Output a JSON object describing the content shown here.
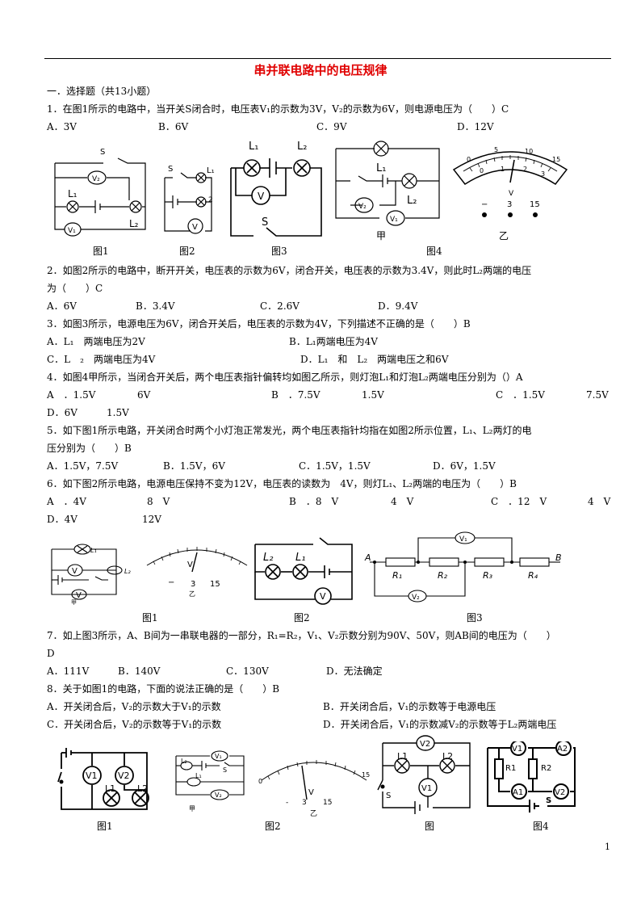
{
  "title": "串并联电路中的电压规律",
  "section": "一．选择题（共13小题）",
  "q1": {
    "stem": "1．在图1所示的电路中，当开关S闭合时，电压表V₁的示数为3V，V₂的示数为6V，则电源电压为（　　）C",
    "a": "A．3V",
    "b": "B．6V",
    "c": "C．9V",
    "d": "D．12V"
  },
  "row1_captions": {
    "f1": "图1",
    "f2": "图2",
    "f3": "图3",
    "jia": "甲",
    "f4": "图4",
    "yi": "乙"
  },
  "q2": {
    "stem1": "2．如图2所示的电路中，断开开关，电压表的示数为6V，闭合开关，电压表的示数为3.4V，则此时L₂两端的电压",
    "stem2": "为（　　）C",
    "a": "A．6V",
    "b": "B．3.4V",
    "c": "C．2.6V",
    "d": "D．9.4V"
  },
  "q3": {
    "stem": "3．如图3所示，电源电压为6V，闭合开关后，电压表的示数为4V，下列描述不正确的是（　　）B",
    "a": "A．L₁　两端电压为2V",
    "b": "B．L₁两端电压为4V",
    "c": "C．L　₂　两端电压为4V",
    "d": "D．L₁　和　L₂　两端电压之和6V"
  },
  "q4": {
    "stem": "4．如图4甲所示，当闭合开关后，两个电压表指针偏转均如图乙所示，则灯泡L₁和灯泡L₂两端电压分别为（）A",
    "a1": "A　．1.5V",
    "a2": "6V",
    "b1": "B　．7.5V",
    "b2": "1.5V",
    "c1": "C　．1.5V",
    "c2": "7.5V",
    "d1": "D．6V",
    "d2": "1.5V"
  },
  "q5": {
    "stem1": "5．如下图1所示电路，开关闭合时两个小灯泡正常发光，两个电压表指针均指在如图2所示位置，L₁、L₂两灯的电",
    "stem2": "压分别为（　　）B",
    "a": "A．1.5V，7.5V",
    "b": "B．1.5V，6V",
    "c": "C．1.5V，1.5V",
    "d": "D．6V，1.5V"
  },
  "q6": {
    "stem": "6．如下图2所示电路，电源电压保持不变为12V，电压表的读数为　4V，则灯L₁、L₂两端的电压为（　　）B",
    "a1": "A　．4V",
    "a2": "8　V",
    "b1": "B　．8　V",
    "b2": "4　V",
    "c1": "C　．12　V",
    "c2": "4　V",
    "d1": "D．4V",
    "d2": "12V"
  },
  "row2_captions": {
    "f1": "图1",
    "f2": "图2",
    "f3": "图3",
    "jia": "甲",
    "yi": "乙"
  },
  "q7": {
    "stem1": "7．如上图3所示，A、B间为一串联电器的一部分，R₁=R₂，V₁、V₂示数分别为90V、50V，则AB间的电压为（　　）",
    "stem2": "D",
    "a": "A．111V",
    "b": "B．140V",
    "c": "C．130V",
    "d": "D．无法确定"
  },
  "q8": {
    "stem": "8．关于如图1的电路，下面的说法正确的是（　　）B",
    "a": "A．开关闭合后，V₂的示数大于V₁的示数",
    "b": "B．开关闭合后，V₁的示数等于电源电压",
    "c": "C．开关闭合后，V₂的示数等于V₁的示数",
    "d": "D．开关闭合后，V₁的示数减V₂的示数等于L₂两端电压"
  },
  "row3_captions": {
    "f1": "图1",
    "f2": "图2",
    "f3": "图",
    "f4": "图4",
    "jia": "甲",
    "yi": "乙"
  },
  "labels": {
    "L1": "L₁",
    "L2": "L₂",
    "L1b": "L1",
    "L2b": "L2",
    "V": "V",
    "V1": "V₁",
    "V2": "V₂",
    "V1b": "V1",
    "V2b": "V2",
    "S": "S",
    "s": "S",
    "A": "A",
    "B": "B",
    "R1": "R₁",
    "R2": "R₂",
    "R3": "R₃",
    "R4": "R₄",
    "R1b": "R1",
    "R2b": "R2",
    "A1": "A1",
    "A2": "A2",
    "t0": "0",
    "t5": "5",
    "t10": "10",
    "t15": "15",
    "t1": "1",
    "t2": "2",
    "t3": "3",
    "minus": "−",
    "three": "3",
    "fifteen": "15",
    "dash": "-"
  },
  "page_number": "1"
}
